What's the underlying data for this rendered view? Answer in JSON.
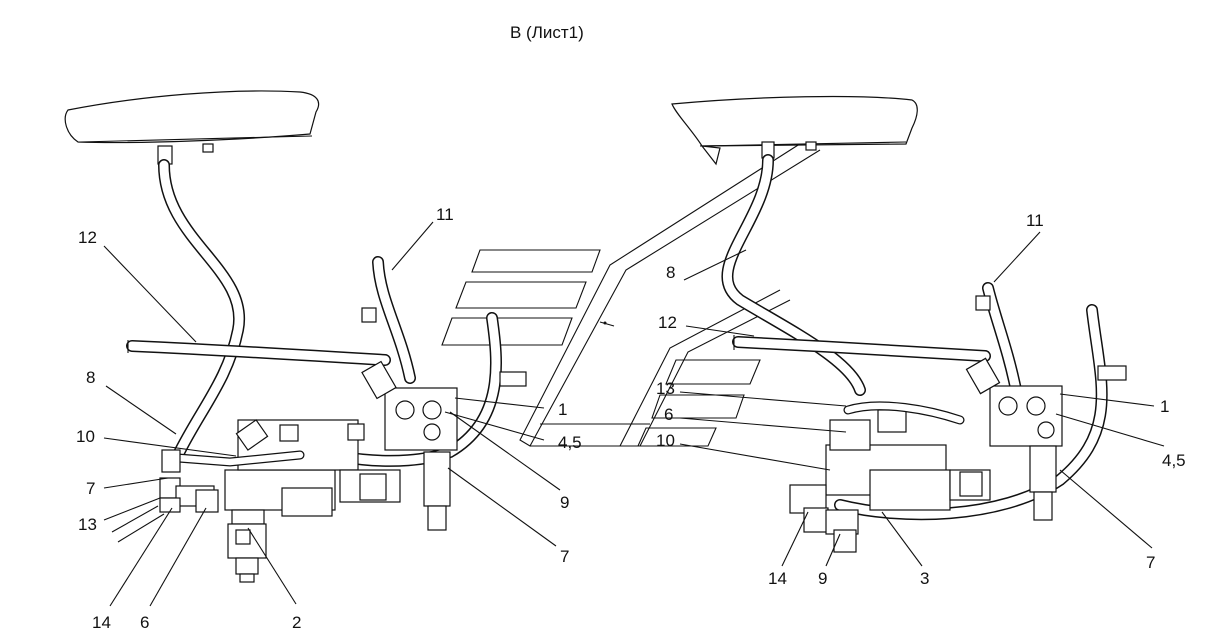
{
  "title": "B (Лист1)",
  "callouts": {
    "left": {
      "c12": "12",
      "c11": "11",
      "c8": "8",
      "c10": "10",
      "c7a": "7",
      "c13": "13",
      "c14": "14",
      "c6": "6",
      "c2": "2",
      "c1": "1",
      "c45": "4,5",
      "c9": "9",
      "c7b": "7"
    },
    "right": {
      "c11": "11",
      "c8": "8",
      "c12": "12",
      "c13": "13",
      "c6": "6",
      "c10": "10",
      "c1": "1",
      "c45": "4,5",
      "c7": "7",
      "c14": "14",
      "c9": "9",
      "c3": "3"
    }
  }
}
